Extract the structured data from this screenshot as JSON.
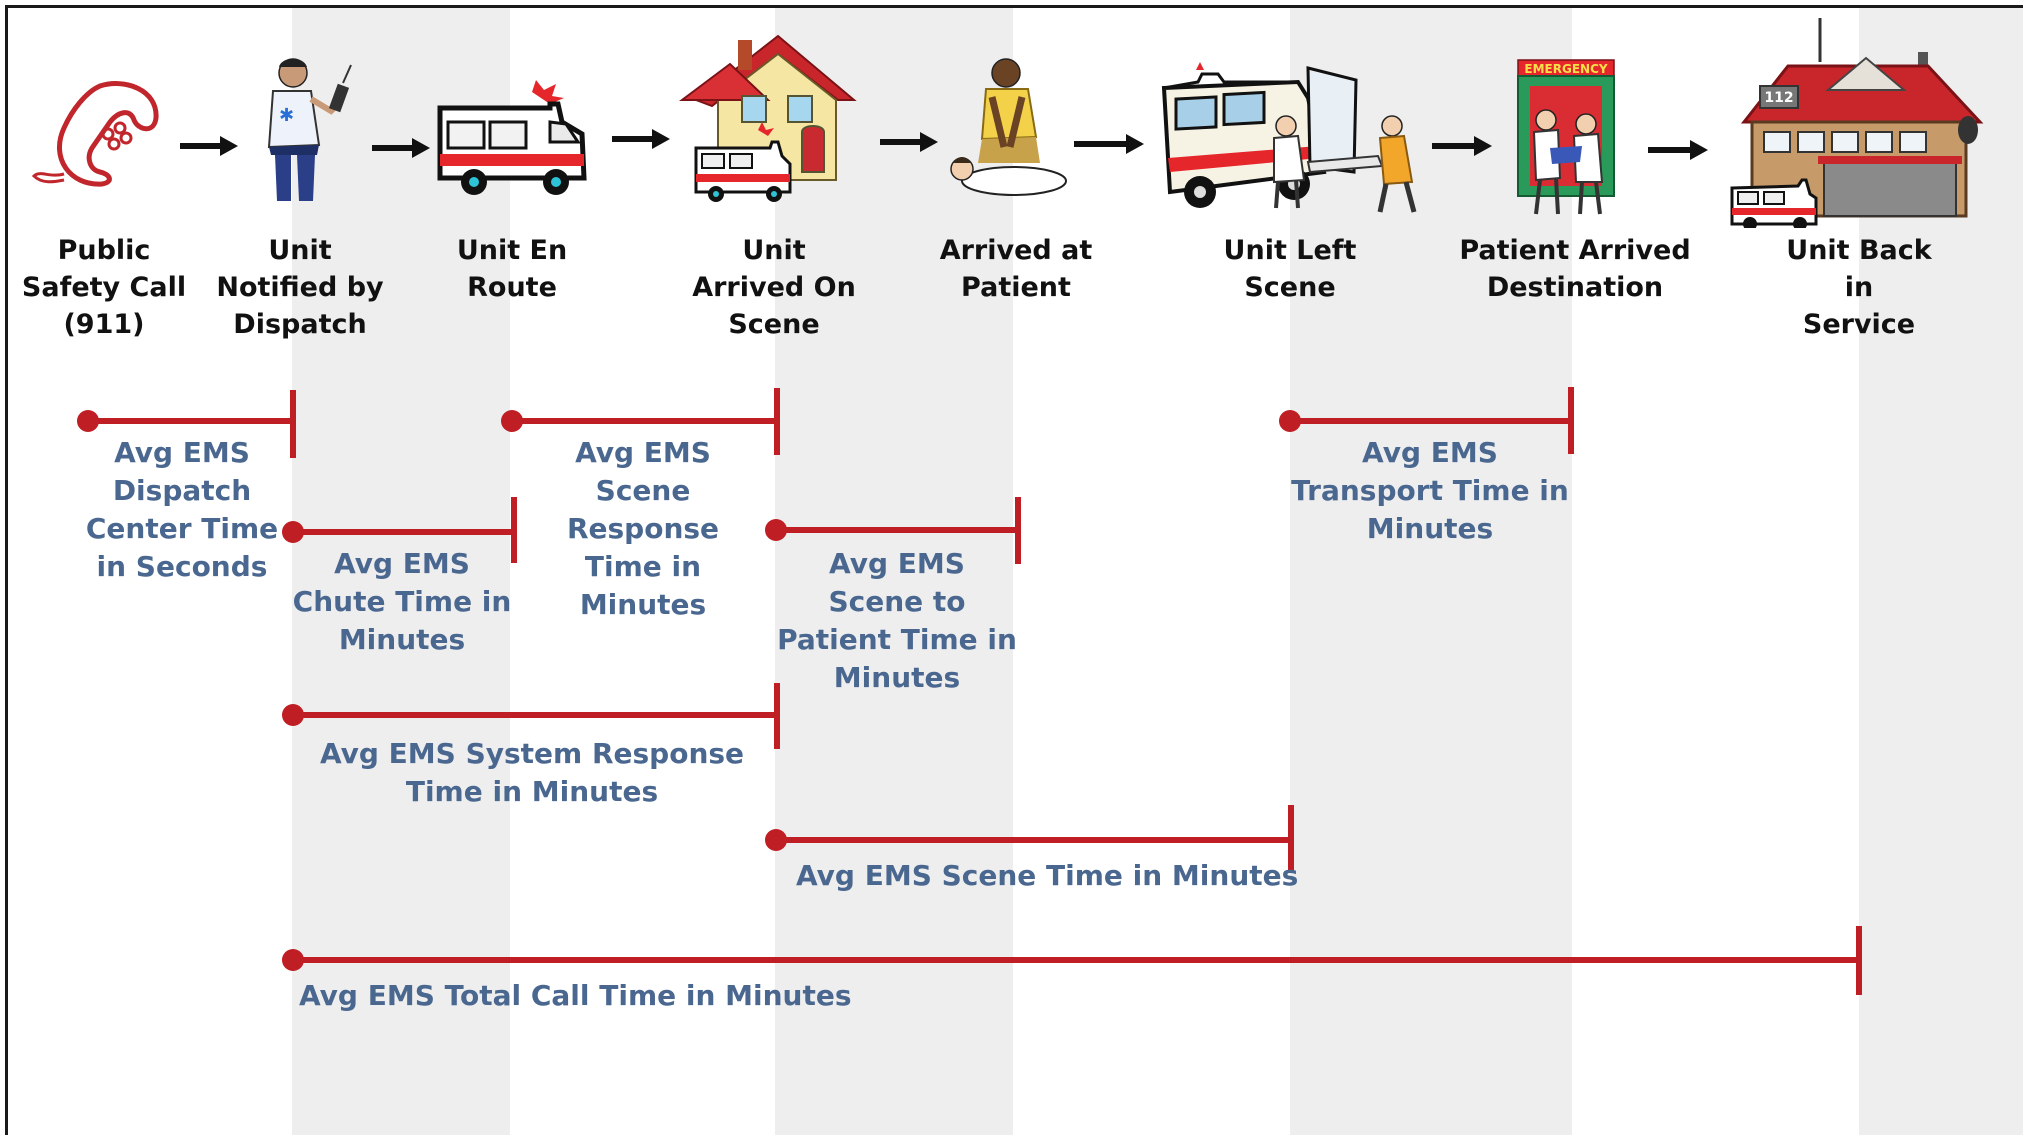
{
  "stages": [
    {
      "id": "call",
      "label": "Public\nSafety Call\n(911)",
      "icon": "telephone-icon"
    },
    {
      "id": "notified",
      "label": "Unit\nNotified by\nDispatch",
      "icon": "dispatcher-radio-icon"
    },
    {
      "id": "enroute",
      "label": "Unit En\nRoute",
      "icon": "ambulance-icon"
    },
    {
      "id": "onscene",
      "label": "Unit\nArrived On\nScene",
      "icon": "house-ambulance-icon"
    },
    {
      "id": "patient",
      "label": "Arrived at\nPatient",
      "icon": "cpr-paramedic-icon"
    },
    {
      "id": "leftscene",
      "label": "Unit Left\nScene",
      "icon": "ambulance-loading-icon"
    },
    {
      "id": "destination",
      "label": "Patient Arrived\nDestination",
      "icon": "emergency-entrance-icon"
    },
    {
      "id": "inservice",
      "label": "Unit Back in\nService",
      "icon": "fire-station-icon"
    }
  ],
  "emergency_sign": "EMERGENCY",
  "station_number": "112",
  "metrics": [
    {
      "id": "dispatch",
      "label": "Avg EMS\nDispatch\nCenter Time\nin Seconds",
      "from": "call",
      "to": "notified"
    },
    {
      "id": "chute",
      "label": "Avg EMS\nChute Time in\nMinutes",
      "from": "notified",
      "to": "enroute"
    },
    {
      "id": "scene_response",
      "label": "Avg EMS\nScene\nResponse\nTime in\nMinutes",
      "from": "enroute",
      "to": "onscene"
    },
    {
      "id": "scene_to_patient",
      "label": "Avg EMS\nScene to\nPatient Time in\nMinutes",
      "from": "onscene",
      "to": "patient"
    },
    {
      "id": "transport",
      "label": "Avg EMS\nTransport Time in\nMinutes",
      "from": "leftscene",
      "to": "destination"
    },
    {
      "id": "system_response",
      "label": "Avg EMS System Response\nTime in Minutes",
      "from": "notified",
      "to": "onscene"
    },
    {
      "id": "scene_time",
      "label": "Avg EMS Scene Time in Minutes",
      "from": "onscene",
      "to": "leftscene"
    },
    {
      "id": "total_call",
      "label": "Avg EMS Total Call Time in Minutes",
      "from": "notified",
      "to": "inservice"
    }
  ],
  "colors": {
    "timeline": "#bf1e24",
    "metric_text": "#4a6790",
    "stage_text": "#111111",
    "band": "#eeeeee"
  }
}
